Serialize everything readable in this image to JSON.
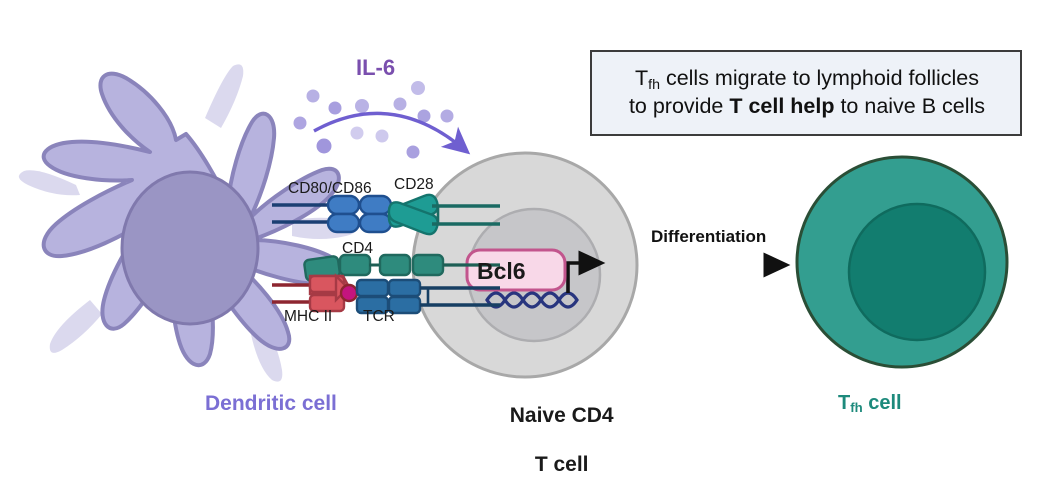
{
  "figure": {
    "type": "biology-diagram",
    "title_text_absent": true
  },
  "callout": {
    "line1_pre": "T",
    "line1_sub": "fh",
    "line1_post": " cells migrate to lymphoid follicles",
    "line2_pre": "to provide ",
    "line2_bold": "T cell help",
    "line2_post": " to naive B cells",
    "bg_color": "#eef2f8",
    "border_color": "#3c3c3c"
  },
  "cells": {
    "dendritic": {
      "label": "Dendritic cell",
      "label_color": "#7b6fd4",
      "body_color": "#b7b3de",
      "body_stroke": "#8a84bb",
      "nucleus_color": "#9a95c4",
      "nucleus_stroke": "#8079ad",
      "ghost_color": "#cfcce8"
    },
    "naive_t": {
      "label_line1": "Naive CD4",
      "label_line2": "T cell",
      "label_color": "#1a1a1a",
      "body_color": "#d8d8d8",
      "body_stroke": "#a8a8a8",
      "nucleus_color": "#c6c6c9",
      "nucleus_stroke": "#adadb0"
    },
    "tfh": {
      "label_pre": "T",
      "label_sub": "fh",
      "label_post": " cell",
      "label_color": "#1d8a7c",
      "body_color": "#339e90",
      "body_stroke": "#2a4e36",
      "nucleus_color": "#127d6f",
      "nucleus_stroke": "#0f6b5e"
    }
  },
  "cytokine": {
    "label": "IL-6",
    "label_color": "#7a4fae",
    "dot_color": "#8b7fd4",
    "arrow_color": "#6f5fd0"
  },
  "receptors": {
    "cd80_cd86": {
      "label": "CD80/CD86",
      "fill": "#3f7cc4",
      "stroke": "#1f4f8f",
      "stem": "#1b3f73"
    },
    "cd28": {
      "label": "CD28",
      "fill": "#1e9c94",
      "stroke": "#14746d",
      "stem": "#1a6a63"
    },
    "cd4": {
      "label": "CD4",
      "fill": "#2e8b7d",
      "stroke": "#20695e",
      "stem": "#1d5f55"
    },
    "mhc_ii": {
      "label": "MHC II",
      "fill": "#d9565f",
      "stroke": "#a63a45",
      "stem": "#8d2630",
      "peptide_color": "#c4147e"
    },
    "tcr": {
      "label": "TCR",
      "fill": "#2b6ea3",
      "stroke": "#1c4d78",
      "stem": "#173f63"
    }
  },
  "nucleus_content": {
    "tf_label": "Bcl6",
    "tf_box_fill": "#f8d8e8",
    "tf_box_stroke": "#c2558d",
    "dna_color": "#28357e",
    "arrow_color": "#111111"
  },
  "process_arrow": {
    "label": "Differentiation",
    "color": "#111111"
  }
}
